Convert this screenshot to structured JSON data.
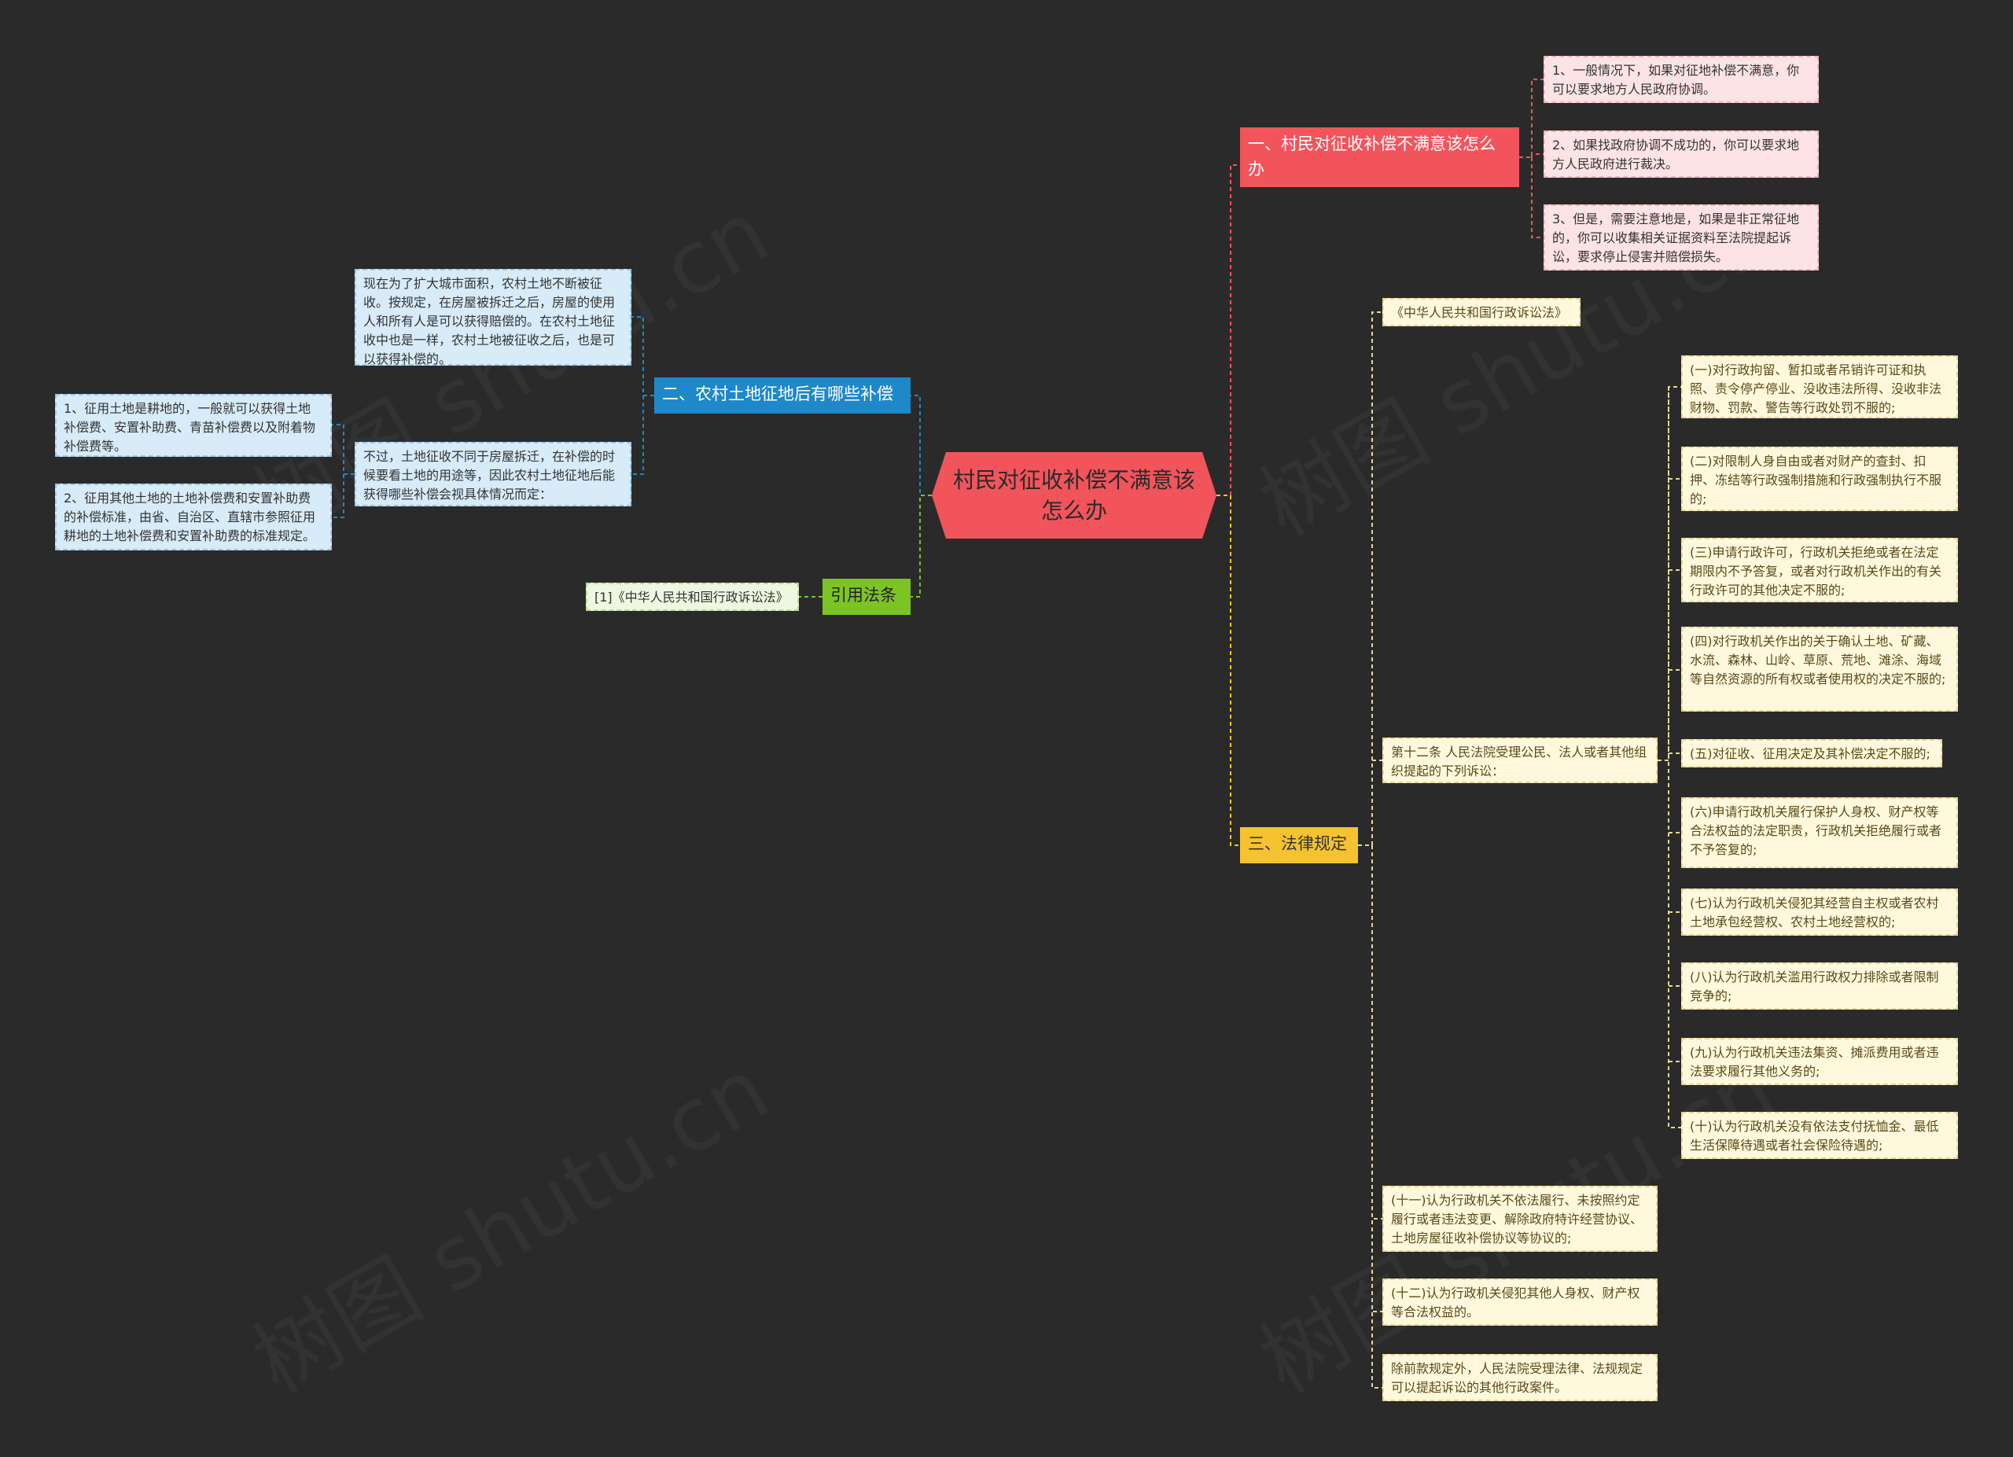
{
  "root": {
    "label": "村民对征收补偿不满意该怎么办"
  },
  "branch1": {
    "label": "一、村民对征收补偿不满意该怎么办",
    "items": [
      "1、一般情况下，如果对征地补偿不满意，你可以要求地方人民政府协调。",
      "2、如果找政府协调不成功的，你可以要求地方人民政府进行裁决。",
      "3、但是，需要注意地是，如果是非正常征地的，你可以收集相关证据资料至法院提起诉讼，要求停止侵害并赔偿损失。"
    ]
  },
  "branch2": {
    "label": "二、农村土地征地后有哪些补偿",
    "intro": "现在为了扩大城市面积，农村土地不断被征收。按规定，在房屋被拆迁之后，房屋的使用人和所有人是可以获得赔偿的。在农村土地征收中也是一样，农村土地被征收之后，也是可以获得补偿的。",
    "note": "不过，土地征收不同于房屋拆迁，在补偿的时候要看土地的用途等，因此农村土地征地后能获得哪些补偿会视具体情况而定：",
    "sub_items": [
      "1、征用土地是耕地的，一般就可以获得土地补偿费、安置补助费、青苗补偿费以及附着物补偿费等。",
      "2、征用其他土地的土地补偿费和安置补助费的补偿标准，由省、自治区、直辖市参照征用耕地的土地补偿费和安置补助费的标准规定。"
    ]
  },
  "branch3": {
    "label": "三、法律规定",
    "law_title": "《中华人民共和国行政诉讼法》",
    "article": "第十二条 人民法院受理公民、法人或者其他组织提起的下列诉讼：",
    "clauses": [
      "(一)对行政拘留、暂扣或者吊销许可证和执照、责令停产停业、没收违法所得、没收非法财物、罚款、警告等行政处罚不服的;",
      "(二)对限制人身自由或者对财产的查封、扣押、冻结等行政强制措施和行政强制执行不服的;",
      "(三)申请行政许可，行政机关拒绝或者在法定期限内不予答复，或者对行政机关作出的有关行政许可的其他决定不服的;",
      "(四)对行政机关作出的关于确认土地、矿藏、水流、森林、山岭、草原、荒地、滩涂、海域等自然资源的所有权或者使用权的决定不服的;",
      "(五)对征收、征用决定及其补偿决定不服的;",
      "(六)申请行政机关履行保护人身权、财产权等合法权益的法定职责，行政机关拒绝履行或者不予答复的;",
      "(七)认为行政机关侵犯其经营自主权或者农村土地承包经营权、农村土地经营权的;",
      "(八)认为行政机关滥用行政权力排除或者限制竞争的;",
      "(九)认为行政机关违法集资、摊派费用或者违法要求履行其他义务的;",
      "(十)认为行政机关没有依法支付抚恤金、最低生活保障待遇或者社会保险待遇的;"
    ],
    "more": [
      "(十一)认为行政机关不依法履行、未按照约定履行或者违法变更、解除政府特许经营协议、土地房屋征收补偿协议等协议的;",
      "(十二)认为行政机关侵犯其他人身权、财产权等合法权益的。",
      "除前款规定外，人民法院受理法律、法规规定可以提起诉讼的其他行政案件。"
    ]
  },
  "branch4": {
    "label": "引用法条",
    "items": [
      "[1]《中华人民共和国行政诉讼法》"
    ]
  },
  "watermark": "树图 shutu.cn",
  "colors": {
    "background": "#2a2a2a",
    "root": "#f2545b",
    "branch1": "#f2545b",
    "branch2": "#1e88c8",
    "branch3": "#f5c330",
    "branch4": "#7cc424"
  }
}
